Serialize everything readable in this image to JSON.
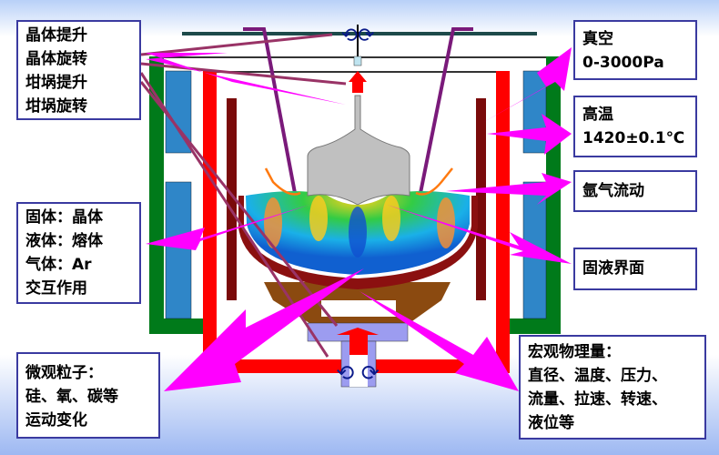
{
  "left_boxes": {
    "operations": [
      "晶体提升",
      "晶体旋转",
      "坩埚提升",
      "坩埚旋转"
    ],
    "phases": [
      "固体：晶体",
      "液体：熔体",
      "气体：Ar",
      "交互作用"
    ],
    "micro": [
      "微观粒子：",
      "硅、氧、碳等",
      "运动变化"
    ]
  },
  "right_boxes": {
    "vacuum": [
      "真空",
      "0-3000Pa"
    ],
    "temperature": [
      "高温",
      "1420±0.1℃"
    ],
    "argon": [
      "氩气流动"
    ],
    "interface": [
      "固液界面"
    ],
    "macro": [
      "宏观物理量：",
      "直径、温度、压力、",
      "流量、拉速、转速、",
      "液位等"
    ]
  },
  "colors": {
    "arrow": "#ff00ff",
    "line": "#993366",
    "heater": "#ff0000",
    "coil": "#2f86c8",
    "insulation": "#007a1a"
  }
}
